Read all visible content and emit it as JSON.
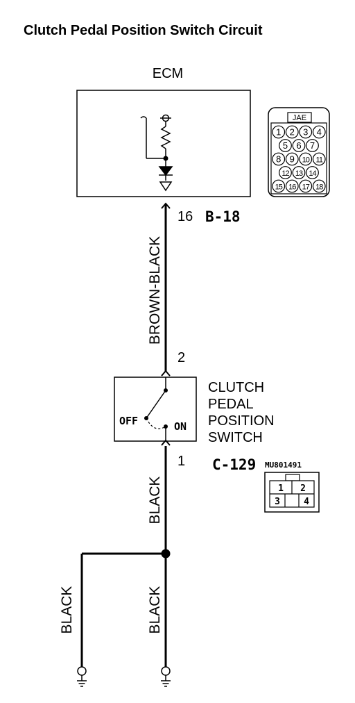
{
  "title": "Clutch Pedal Position Switch Circuit",
  "ecm": {
    "label": "ECM",
    "pin": "16",
    "connector_id": "B-18",
    "connector": {
      "maker": "JAE",
      "rows": [
        [
          "1",
          "2",
          "3",
          "4"
        ],
        [
          "5",
          "6",
          "7"
        ],
        [
          "8",
          "9",
          "10",
          "11"
        ],
        [
          "12",
          "13",
          "14"
        ],
        [
          "15",
          "16",
          "17",
          "18"
        ]
      ]
    }
  },
  "wires": {
    "ecm_to_switch": "BROWN-BLACK",
    "switch_to_ground": "BLACK",
    "ground_left": "BLACK",
    "ground_right": "BLACK"
  },
  "switch": {
    "name_lines": [
      "CLUTCH",
      "PEDAL",
      "POSITION",
      "SWITCH"
    ],
    "pin_top": "2",
    "pin_bottom": "1",
    "off_label": "OFF",
    "on_label": "ON",
    "connector_id": "C-129",
    "part_number": "MU801491",
    "connector_pins": [
      "1",
      "2",
      "3",
      "4"
    ]
  }
}
